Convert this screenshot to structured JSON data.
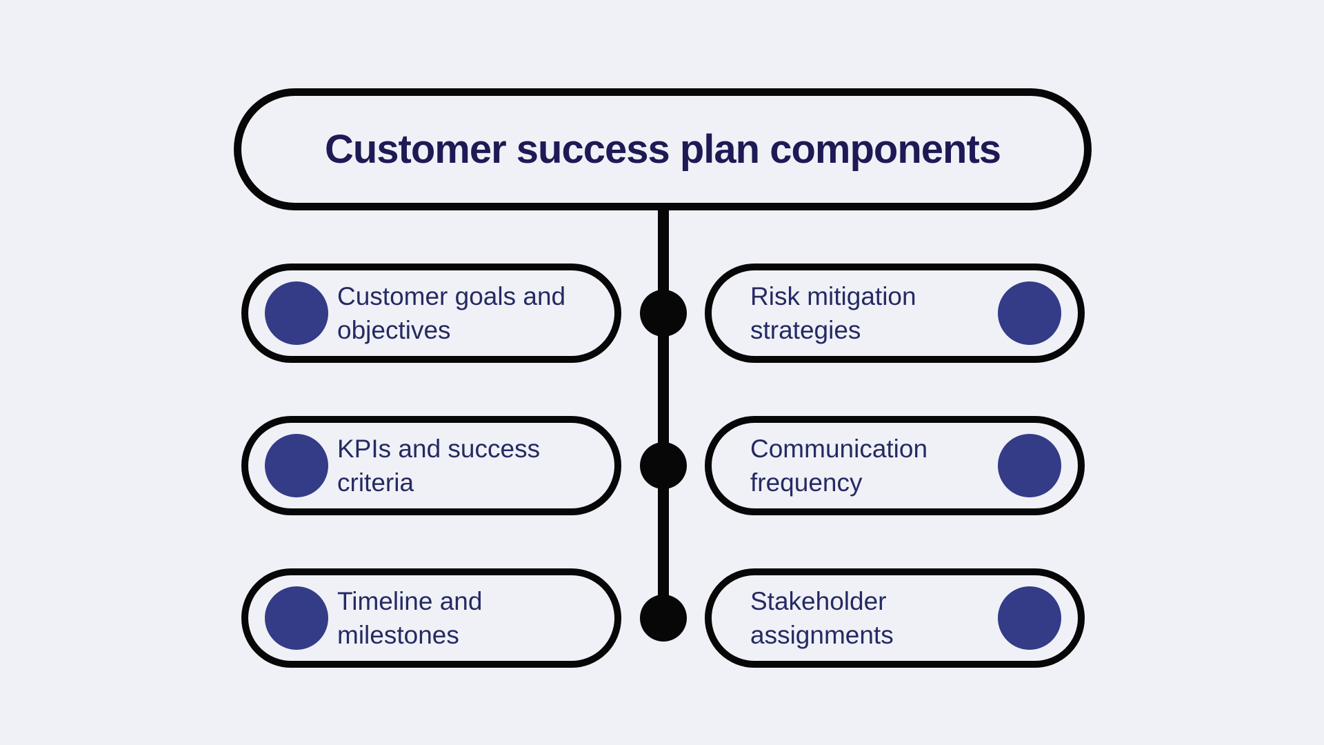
{
  "page": {
    "background_color": "#F0F1F7"
  },
  "diagram": {
    "title": "Customer success plan components",
    "colors": {
      "outline": "#070708",
      "connector": "#070708",
      "bullet": "#343B87",
      "title_text": "#1D1A55",
      "item_text": "#252A62",
      "node_fill": "#F0F1F7"
    },
    "items": [
      {
        "side": "left",
        "row": 0,
        "line1": "Customer goals and",
        "line2": "objectives",
        "label": "Customer goals and objectives"
      },
      {
        "side": "right",
        "row": 0,
        "line1": "Risk mitigation",
        "line2": "strategies",
        "label": "Risk mitigation strategies"
      },
      {
        "side": "left",
        "row": 1,
        "line1": "KPIs and success",
        "line2": "criteria",
        "label": "KPIs and success criteria"
      },
      {
        "side": "right",
        "row": 1,
        "line1": "Communication",
        "line2": "frequency",
        "label": "Communication frequency"
      },
      {
        "side": "left",
        "row": 2,
        "line1": "Timeline and",
        "line2": "milestones",
        "label": "Timeline and milestones"
      },
      {
        "side": "right",
        "row": 2,
        "line1": "Stakeholder",
        "line2": "assignments",
        "label": "Stakeholder assignments"
      }
    ]
  }
}
